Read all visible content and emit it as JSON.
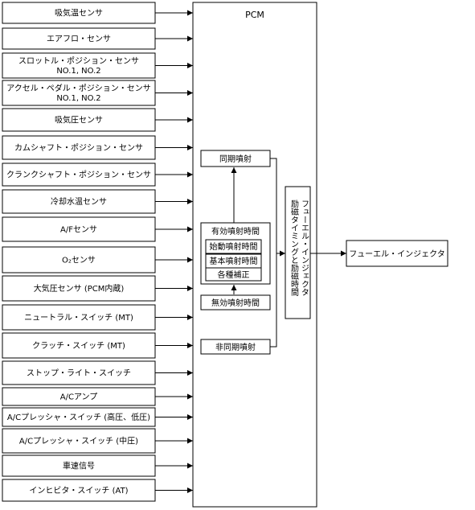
{
  "pcm_label": "PCM",
  "sensors": [
    [
      "吸気温センサ"
    ],
    [
      "エアフロ・センサ"
    ],
    [
      "スロットル・ポジション・センサ",
      "NO.1, NO.2"
    ],
    [
      "アクセル・ペダル・ポジション・センサ",
      "NO.1, NO.2"
    ],
    [
      "吸気圧センサ"
    ],
    [
      "カムシャフト・ポジション・センサ"
    ],
    [
      "クランクシャフト・ポジション・センサ"
    ],
    [
      "冷却水温センサ"
    ],
    [
      "A/Fセンサ"
    ],
    [
      "O₂センサ"
    ],
    [
      "大気圧センサ (PCM内蔵)"
    ],
    [
      "ニュートラル・スイッチ (MT)"
    ],
    [
      "クラッチ・スイッチ (MT)"
    ],
    [
      "ストップ・ライト・スイッチ"
    ],
    [
      "A/Cアンプ"
    ],
    [
      "A/Cプレッシャ・スイッチ (高圧、低圧)"
    ],
    [
      "A/Cプレッシャ・スイッチ (中圧)"
    ],
    [
      "車速信号"
    ],
    [
      "インヒビタ・スイッチ (AT)"
    ]
  ],
  "logic": {
    "sync": "同期噴射",
    "effective": "有効噴射時間",
    "start": "始動噴射時間",
    "base": "基本噴射時間",
    "corrections": "各種補正",
    "invalid": "無効噴射時間",
    "async": "非同期噴射"
  },
  "injector_timing": [
    "フューエル・インジェクタ",
    "励磁タイミングと励磁時間"
  ],
  "output_label": "フューエル・インジェクタ"
}
